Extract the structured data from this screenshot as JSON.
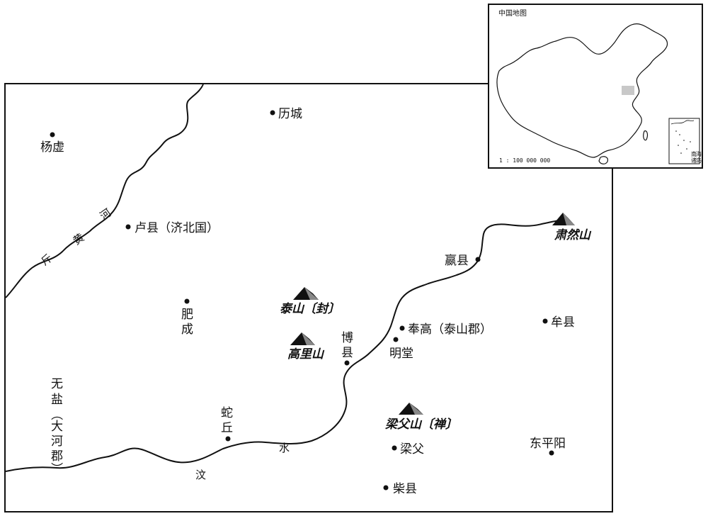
{
  "map": {
    "cities": [
      {
        "id": "lishu",
        "label": "历城"
      },
      {
        "id": "yangxu",
        "label": "杨虚"
      },
      {
        "id": "luxian",
        "label": "卢县（济北国）"
      },
      {
        "id": "yingxian",
        "label": "嬴县"
      },
      {
        "id": "feicheng_1",
        "label": "肥"
      },
      {
        "id": "feicheng_2",
        "label": "成"
      },
      {
        "id": "fenggao",
        "label": "奉高（泰山郡）"
      },
      {
        "id": "muxian",
        "label": "牟县"
      },
      {
        "id": "mingtang",
        "label": "明堂"
      },
      {
        "id": "bo_1",
        "label": "博"
      },
      {
        "id": "bo_2",
        "label": "县"
      },
      {
        "id": "sheqiu_1",
        "label": "蛇"
      },
      {
        "id": "sheqiu_2",
        "label": "丘"
      },
      {
        "id": "liangfu",
        "label": "梁父"
      },
      {
        "id": "dongpingyang",
        "label": "东平阳"
      },
      {
        "id": "chaixian",
        "label": "柴县"
      }
    ],
    "mountains": [
      {
        "id": "suran",
        "label": "肃然山"
      },
      {
        "id": "taishan",
        "label": "泰山〔封〕"
      },
      {
        "id": "gaoli",
        "label": "高里山"
      },
      {
        "id": "liangfushan",
        "label": "梁父山〔禅〕"
      }
    ],
    "rivers": {
      "huanghe": [
        "黄",
        "河",
        "斤"
      ],
      "wenshui": [
        "汶",
        "水"
      ]
    },
    "wuyan": [
      "无",
      "盐",
      "（",
      "大",
      "河",
      "郡",
      "）"
    ]
  },
  "inset": {
    "title": "中国地图",
    "scale": "1 : 100 000 000",
    "nanhai_box": [
      "南",
      "海",
      "诸",
      "岛"
    ]
  }
}
